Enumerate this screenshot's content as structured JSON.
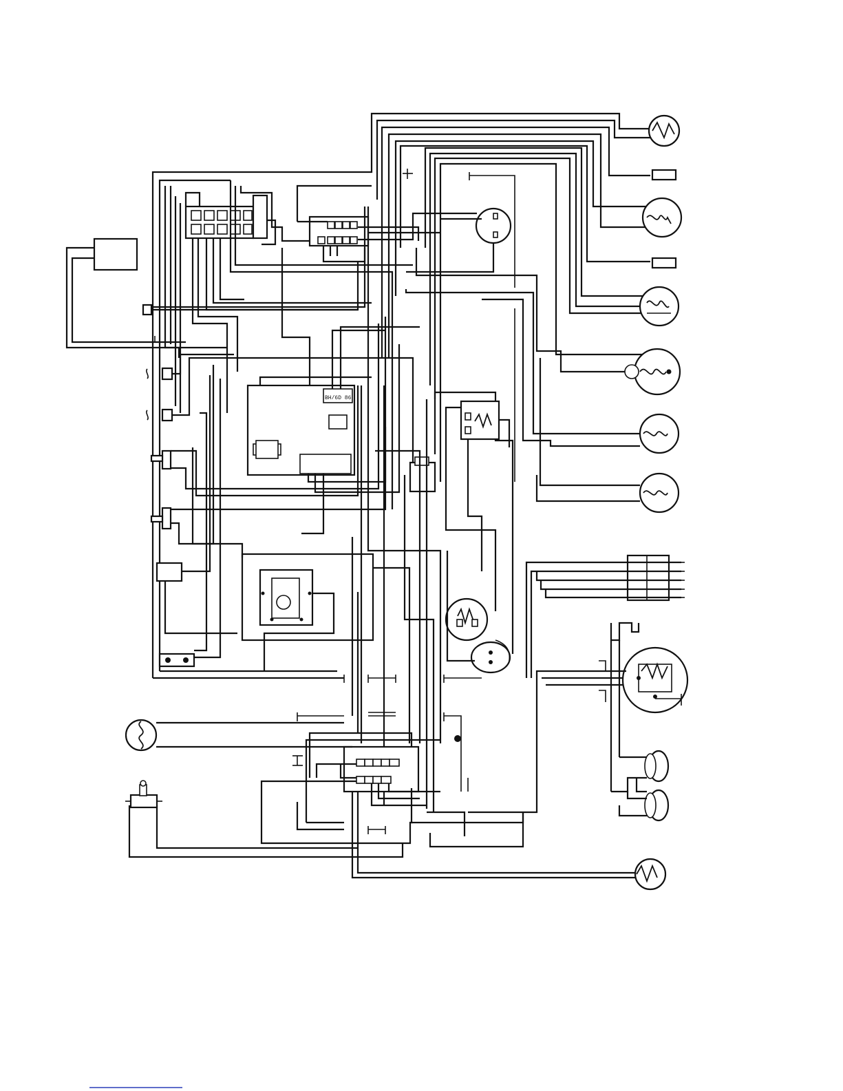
{
  "diagram": {
    "type": "wiring-schematic",
    "labels": {
      "relay_board_marking": "BH/6D 86"
    },
    "components": {
      "lamps_right": 8,
      "connector_blocks": 3,
      "terminal_strip_rows": 5,
      "horns": 2
    },
    "footer": {
      "link_underline": true
    }
  }
}
